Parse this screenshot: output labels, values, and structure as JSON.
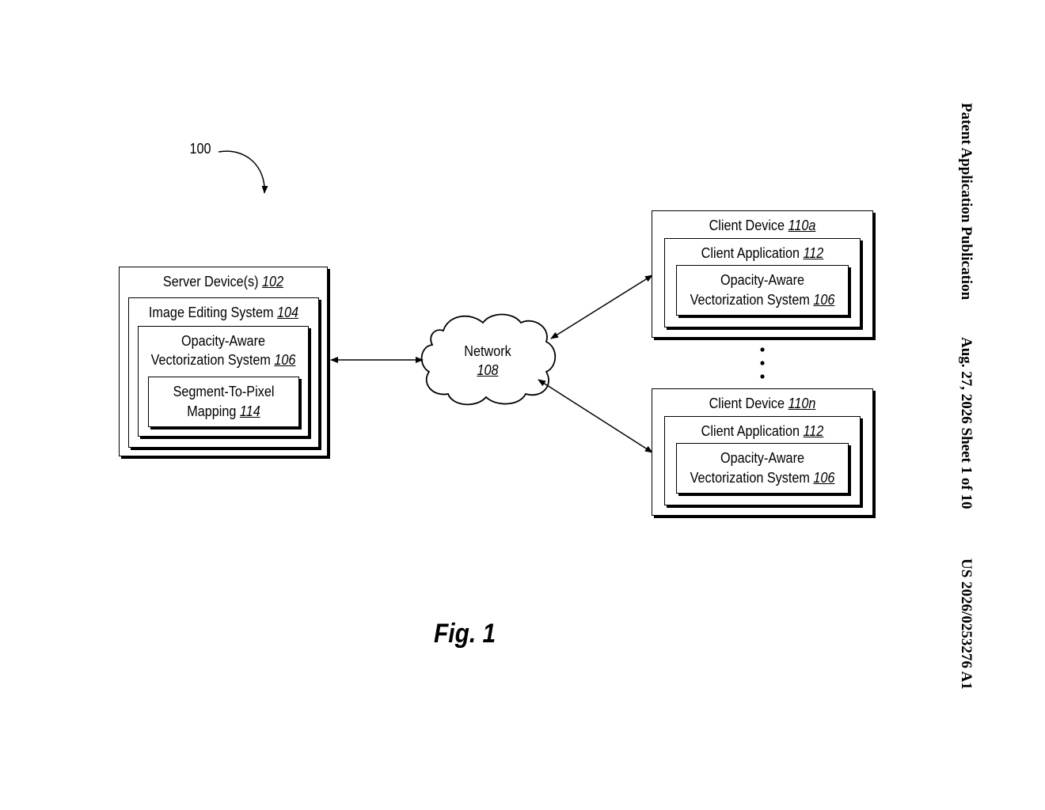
{
  "header": {
    "publication": "Patent Application Publication",
    "date_sheet": "Aug. 27, 2026  Sheet 1 of 10",
    "number": "US 2026/0253276 A1"
  },
  "ref_label": "100",
  "server": {
    "title": "Server Device(s)",
    "title_num": "102",
    "image_editing": "Image Editing System",
    "image_editing_num": "104",
    "oav_line1": "Opacity-Aware",
    "oav_line2": "Vectorization System",
    "oav_num": "106",
    "mapping_line1": "Segment-To-Pixel",
    "mapping_line2": "Mapping",
    "mapping_num": "114"
  },
  "network": {
    "label": "Network",
    "num": "108"
  },
  "client_a": {
    "title": "Client Device",
    "title_num": "110a",
    "app": "Client Application",
    "app_num": "112",
    "oav_line1": "Opacity-Aware",
    "oav_line2": "Vectorization System",
    "oav_num": "106"
  },
  "client_n": {
    "title": "Client Device",
    "title_num": "110n",
    "app": "Client Application",
    "app_num": "112",
    "oav_line1": "Opacity-Aware",
    "oav_line2": "Vectorization System",
    "oav_num": "106"
  },
  "figure_label": "Fig. 1"
}
